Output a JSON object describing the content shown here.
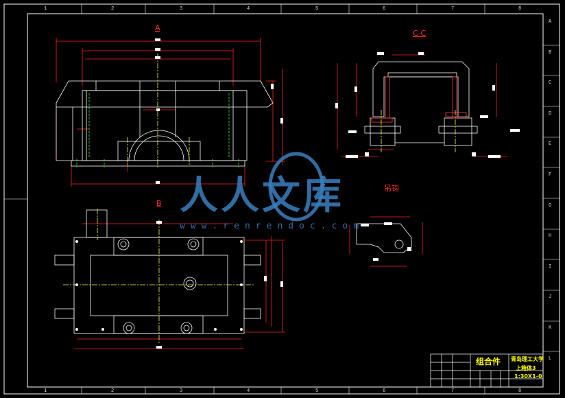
{
  "drawing": {
    "title": "组合件",
    "university": "青岛理工大学",
    "part_name": "上箱体3",
    "drawing_no": "1:30X1-0",
    "view_labels": {
      "front": "A",
      "top": "B",
      "section": "C-C",
      "detail": "吊钩"
    }
  },
  "border": {
    "columns": [
      "1",
      "2",
      "3",
      "4",
      "5",
      "6",
      "7",
      "8"
    ],
    "rows": [
      "A",
      "B",
      "C",
      "D",
      "E",
      "F",
      "G",
      "H",
      "I",
      "J",
      "K",
      "L"
    ]
  },
  "watermark": {
    "brand": "人人文库",
    "url": "www.renrendoc.com"
  },
  "colors": {
    "background": "#000000",
    "outline": "#ffffff",
    "dimension": "#ff2020",
    "center_line": "#ffff40",
    "hidden_line": "#40ff40",
    "title_text": "#ffff00",
    "watermark": "#3a7fc0"
  }
}
